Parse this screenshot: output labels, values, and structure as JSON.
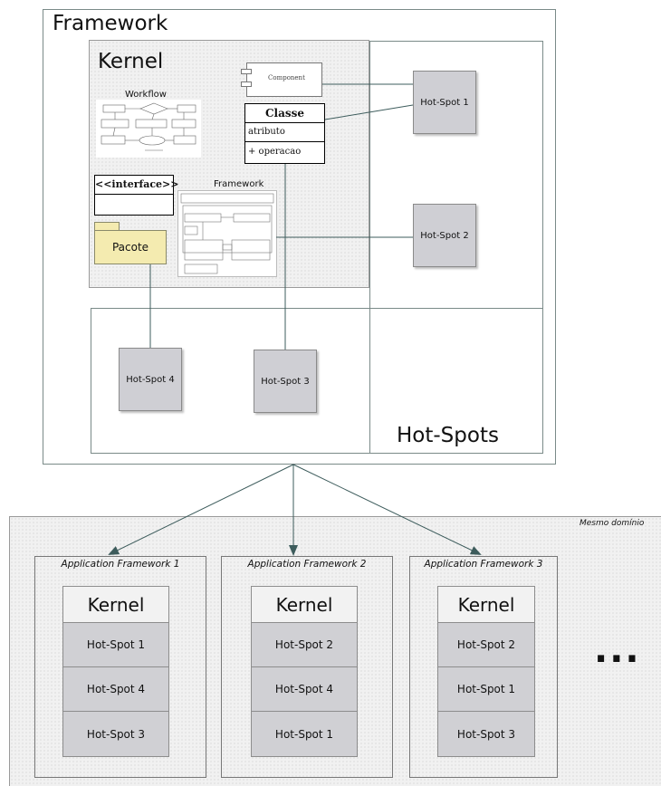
{
  "framework": {
    "title": "Framework",
    "kernel_title": "Kernel",
    "hotspots_title": "Hot-Spots",
    "workflow_label": "Workflow",
    "inner_framework_label": "Framework",
    "component_label": "Component",
    "classe": {
      "name": "Classe",
      "attribute": "atributo",
      "operation": "+ operacao"
    },
    "interface_label": "<<interface>>",
    "pacote_label": "Pacote",
    "hotspots": [
      "Hot-Spot 1",
      "Hot-Spot 2",
      "Hot-Spot 3",
      "Hot-Spot 4"
    ]
  },
  "domain": {
    "label": "Mesmo domínio",
    "apps": [
      {
        "title": "Application Framework 1",
        "kernel": "Kernel",
        "hotspots": [
          "Hot-Spot 1",
          "Hot-Spot 4",
          "Hot-Spot 3"
        ]
      },
      {
        "title": "Application Framework 2",
        "kernel": "Kernel",
        "hotspots": [
          "Hot-Spot 2",
          "Hot-Spot 4",
          "Hot-Spot 1"
        ]
      },
      {
        "title": "Application Framework 3",
        "kernel": "Kernel",
        "hotspots": [
          "Hot-Spot 2",
          "Hot-Spot 1",
          "Hot-Spot 3"
        ]
      }
    ],
    "ellipsis": "..."
  }
}
